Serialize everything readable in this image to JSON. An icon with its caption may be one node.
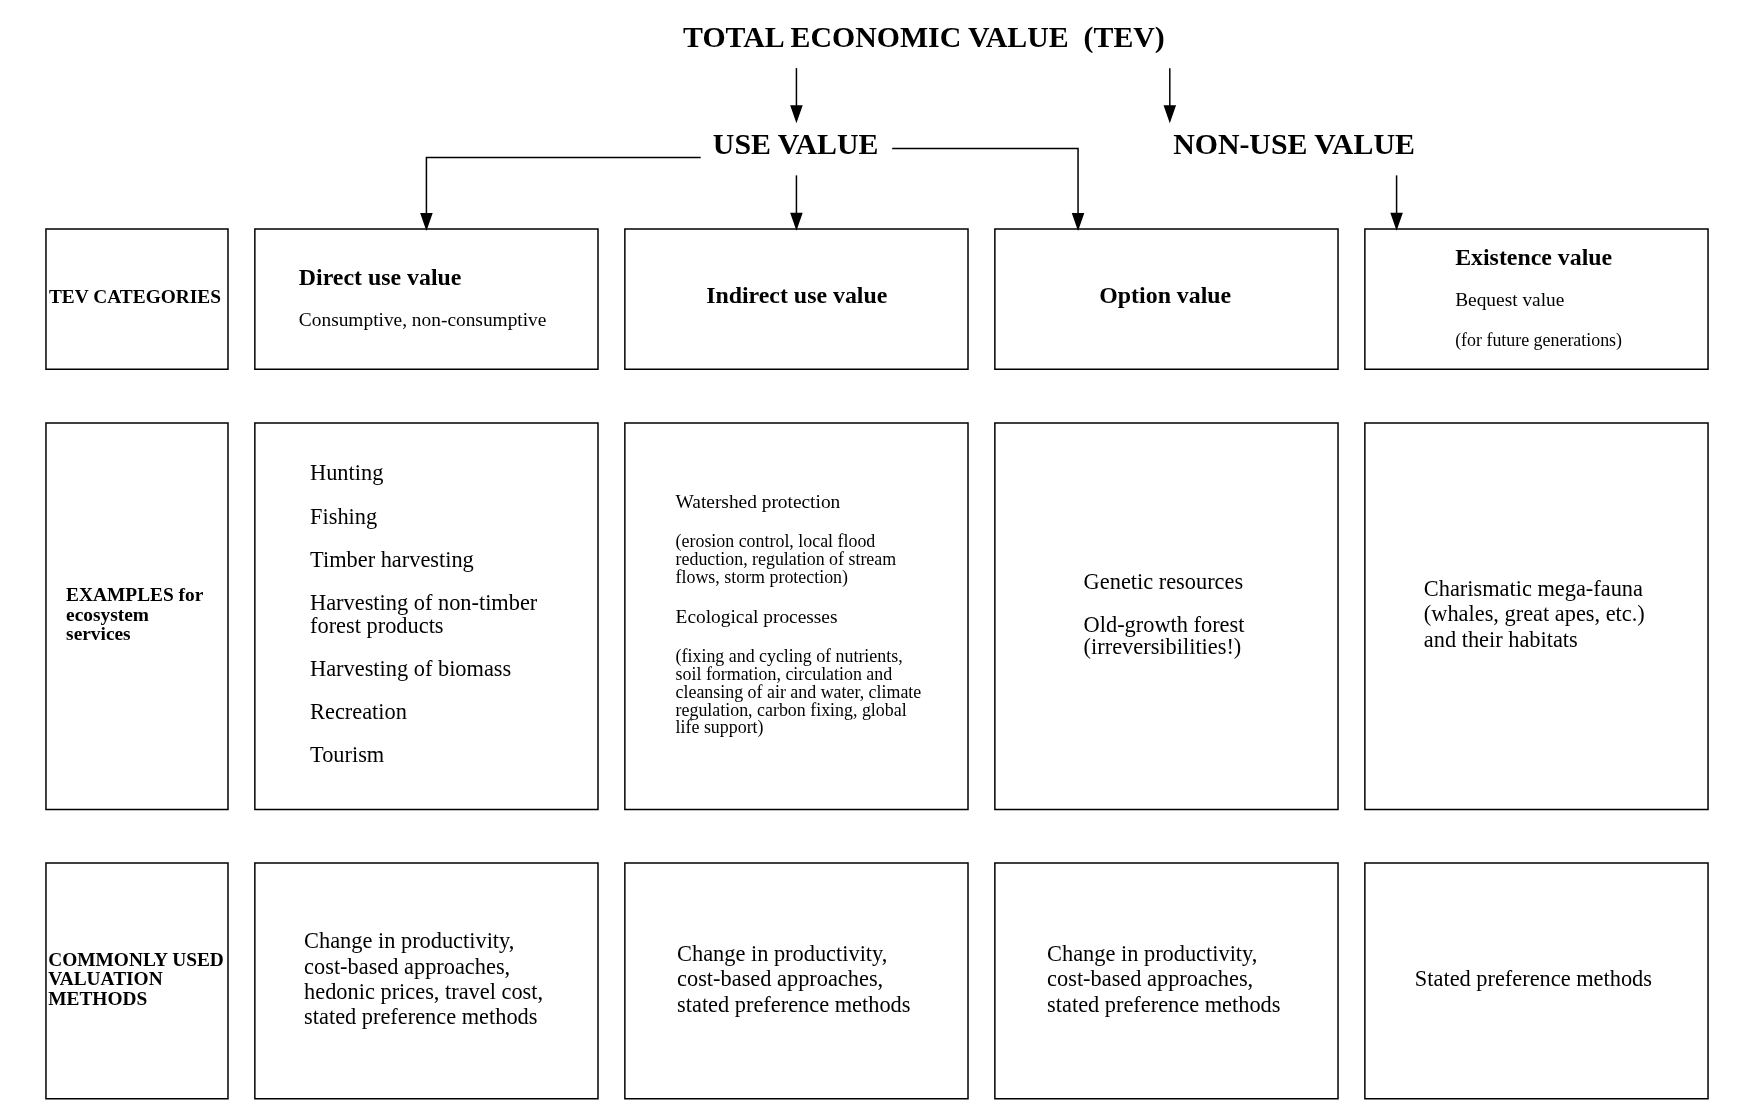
{
  "diagram": {
    "nodes": [
      {
        "text": [
          "TOTAL ECONOMIC VALUE  (TEV)"
        ]
      },
      {
        "text": [
          "USE VALUE"
        ]
      },
      {
        "text": [
          "NON-USE VALUE"
        ]
      },
      {
        "text": [
          "TEV CATEGORIES"
        ]
      },
      {
        "text": [
          "Direct use value",
          "Consumptive, non-consumptive"
        ]
      },
      {
        "text": [
          "Indirect use value"
        ]
      },
      {
        "text": [
          "Option value"
        ]
      },
      {
        "text": [
          "Existence value",
          "Bequest value",
          "(for future generations)"
        ]
      },
      {
        "text": [
          "EXAMPLES for ecosystem services"
        ]
      },
      {
        "text": [
          "Hunting",
          "Fishing",
          "Timber harvesting",
          "Harvesting of non-timber forest products",
          "Harvesting of biomass",
          "Recreation",
          "Tourism"
        ]
      },
      {
        "text": [
          "Watershed protection",
          "(erosion control, local flood reduction, regulation of stream flows, storm protection)",
          "Ecological processes",
          "(fixing and cycling of nutrients, soil formation, circulation and cleansing of air and water, climate regulation, carbon fixing, global life support)"
        ]
      },
      {
        "text": [
          "Genetic resources",
          "Old-growth forest (irreversibilities!)"
        ]
      },
      {
        "text": [
          "Charismatic mega-fauna (whales, great apes, etc.) and their habitats"
        ]
      },
      {
        "text": [
          "COMMONLY USED VALUATION METHODS"
        ]
      },
      {
        "text": [
          "Change in productivity, cost-based approaches, hedonic prices, travel cost, stated preference methods"
        ]
      },
      {
        "text": [
          "Change in productivity, cost-based approaches, stated preference methods"
        ]
      },
      {
        "text": [
          "Change in productivity, cost-based approaches, stated preference methods"
        ]
      },
      {
        "text": [
          "Stated preference methods"
        ]
      }
    ],
    "edges": [
      {
        "from": 0,
        "to": 1,
        "arrow": "to"
      },
      {
        "from": 0,
        "to": 2,
        "arrow": "to"
      },
      {
        "from": 1,
        "to": 4,
        "arrow": "to"
      },
      {
        "from": 1,
        "to": 5,
        "arrow": "to"
      },
      {
        "from": 1,
        "to": 6,
        "arrow": "to"
      },
      {
        "from": 2,
        "to": 7,
        "arrow": "to"
      }
    ]
  }
}
